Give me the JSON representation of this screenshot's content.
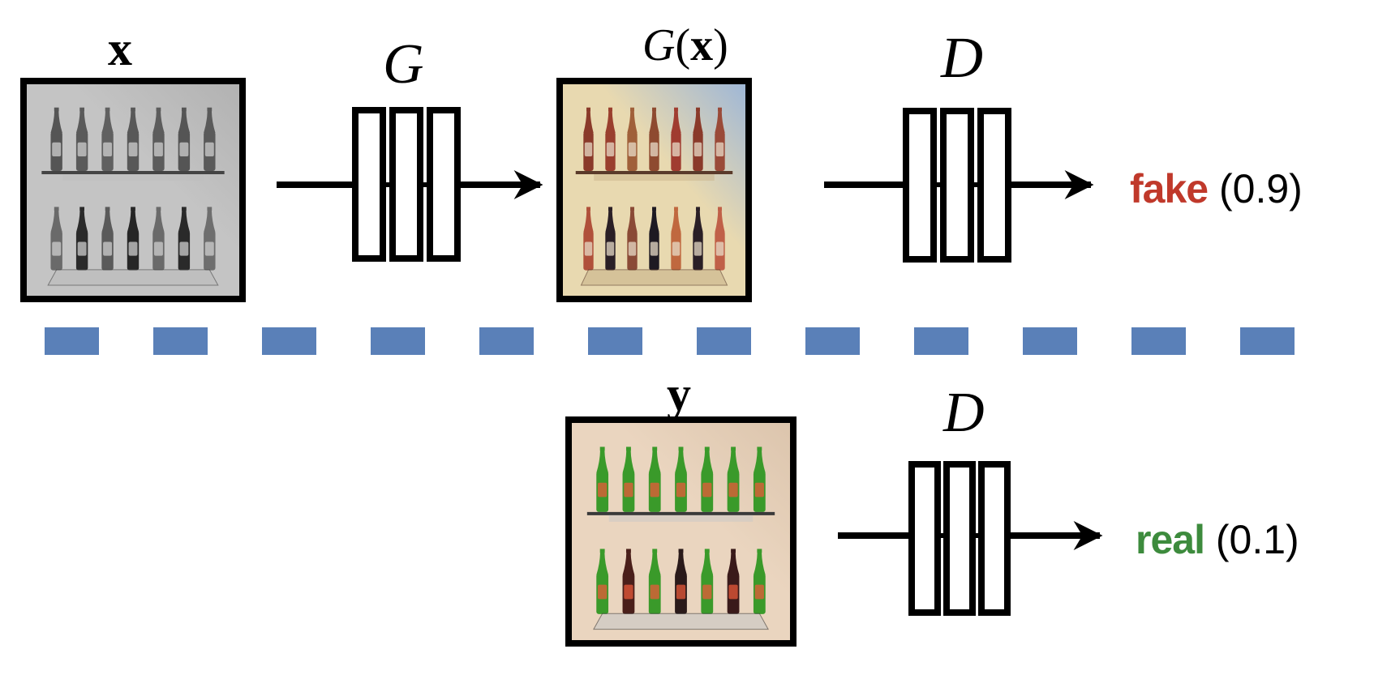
{
  "labels": {
    "input": "x",
    "generator": "G",
    "generated_prefix": "G",
    "generated_arg": "x",
    "discriminator_top": "D",
    "real_sample": "y",
    "discriminator_bottom": "D"
  },
  "outputs": {
    "top": {
      "word": "fake",
      "score": "(0.9)",
      "color": "#c0392b"
    },
    "bottom": {
      "word": "real",
      "score": "(0.1)",
      "color": "#3d8b3d"
    }
  },
  "colors": {
    "divider": "#5a80b8",
    "stroke": "#000000"
  },
  "images": {
    "input": {
      "description": "grayscale photo of bottles on two shelves",
      "palette": "gray"
    },
    "generated": {
      "description": "colorized photo of bottles on two shelves (reddish/brown bottles)",
      "palette": "generated"
    },
    "real": {
      "description": "color photo of bottles on two shelves (green bottles)",
      "palette": "real"
    }
  }
}
